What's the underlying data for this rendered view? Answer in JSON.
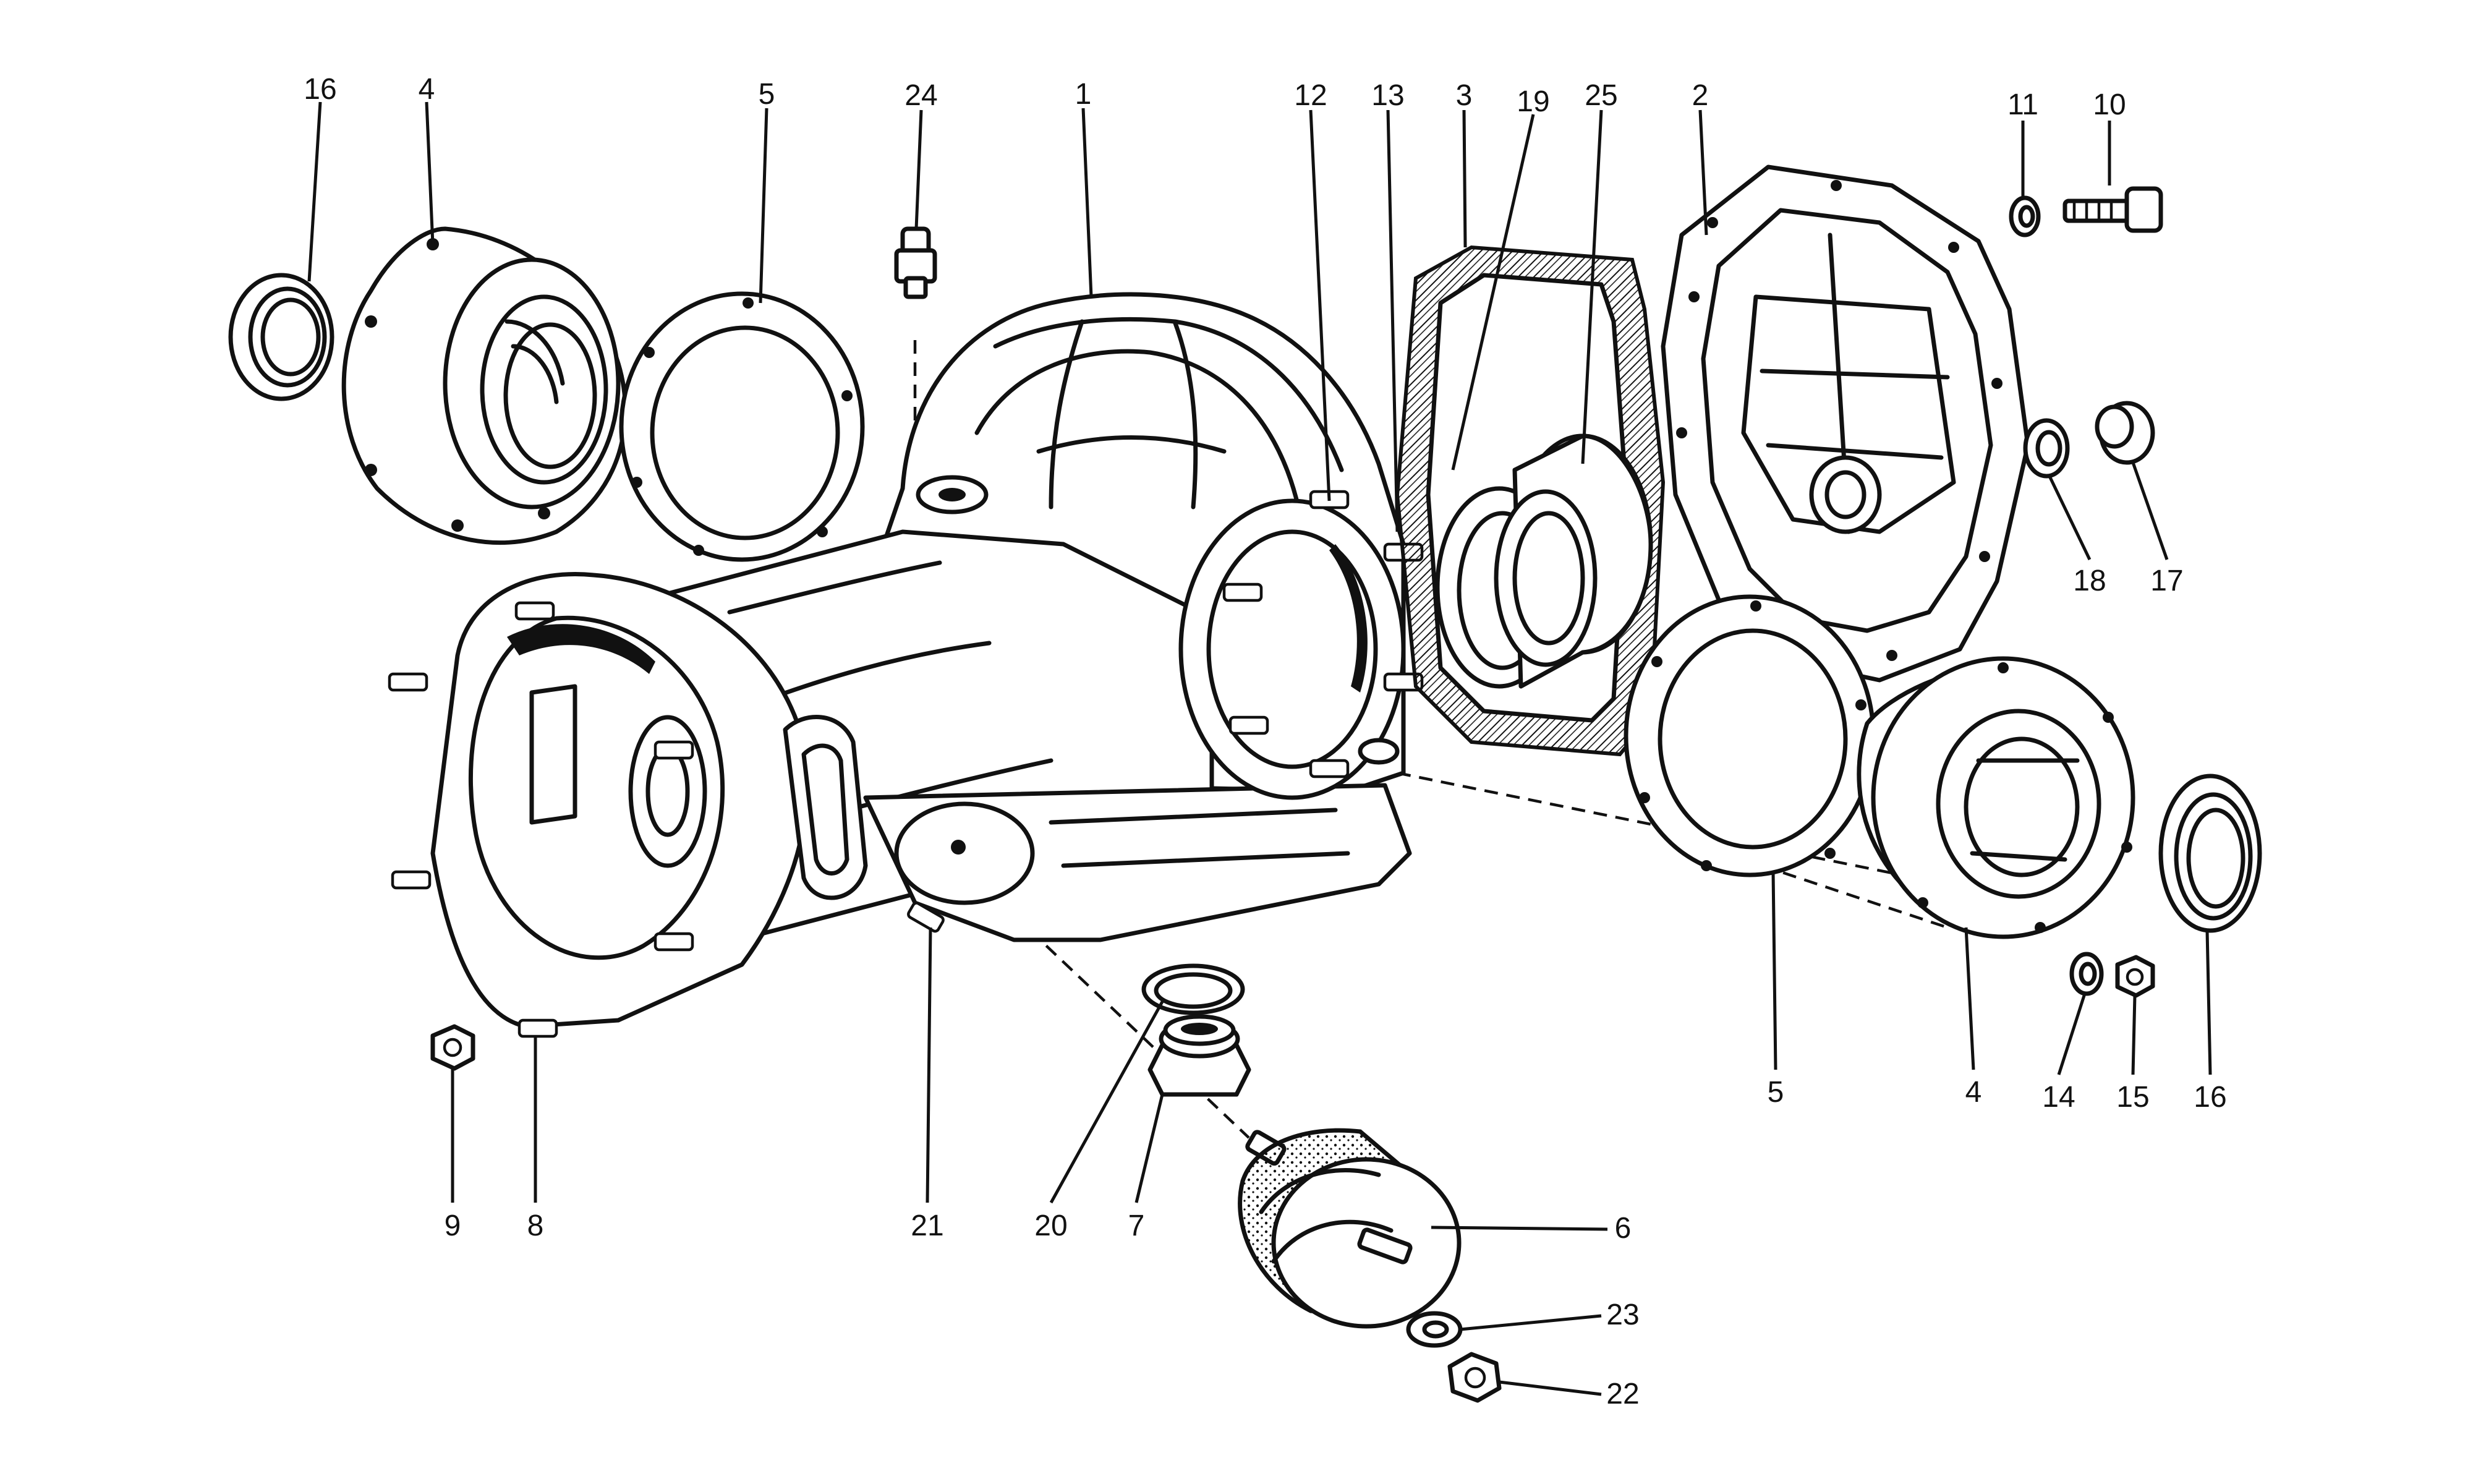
{
  "callouts": {
    "c1": "1",
    "c2": "2",
    "c3": "3",
    "c4a": "4",
    "c4b": "4",
    "c5a": "5",
    "c5b": "5",
    "c6": "6",
    "c7": "7",
    "c8": "8",
    "c9": "9",
    "c10": "10",
    "c11": "11",
    "c12": "12",
    "c13": "13",
    "c14": "14",
    "c15": "15",
    "c16a": "16",
    "c16b": "16",
    "c17": "17",
    "c18": "18",
    "c19": "19",
    "c20": "20",
    "c21": "21",
    "c22": "22",
    "c23": "23",
    "c24": "24",
    "c25": "25"
  }
}
